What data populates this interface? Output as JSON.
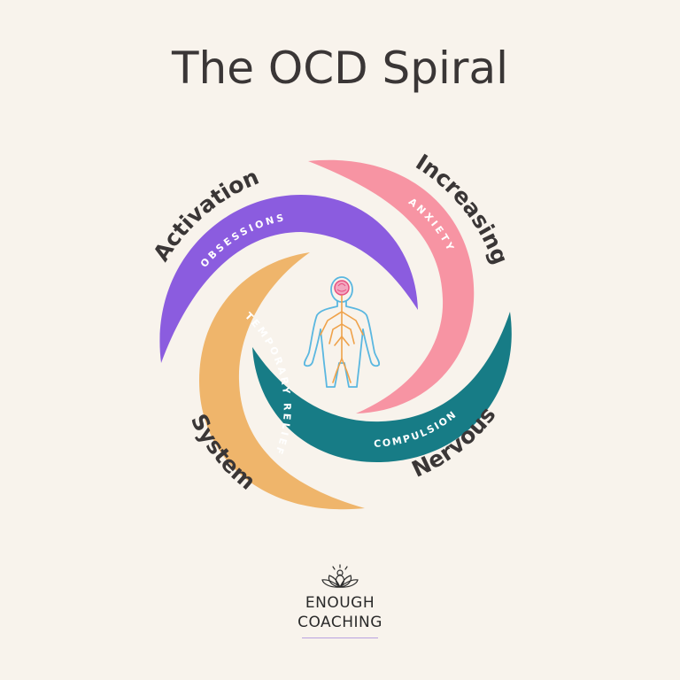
{
  "title": "The OCD Spiral",
  "outer_words": {
    "activation": "Activation",
    "increasing": "Increasing",
    "nervous": "Nervous",
    "system": "System"
  },
  "arcs": [
    {
      "label": "OBSESSIONS",
      "color": "#8b5cdf"
    },
    {
      "label": "ANXIETY",
      "color": "#f794a3"
    },
    {
      "label": "COMPULSION",
      "color": "#177c86"
    },
    {
      "label": "TEMPORARY RELIEF",
      "color": "#efb56b"
    }
  ],
  "center_icon": "human-nervous-system-icon",
  "logo": {
    "icon": "lotus-icon",
    "line1": "ENOUGH",
    "line2": "COACHING"
  },
  "colors": {
    "background": "#f8f3ec",
    "title": "#3a3636",
    "body_outline": "#5ab7e0",
    "nerves": "#efa24a",
    "brain": "#e64f7f"
  }
}
